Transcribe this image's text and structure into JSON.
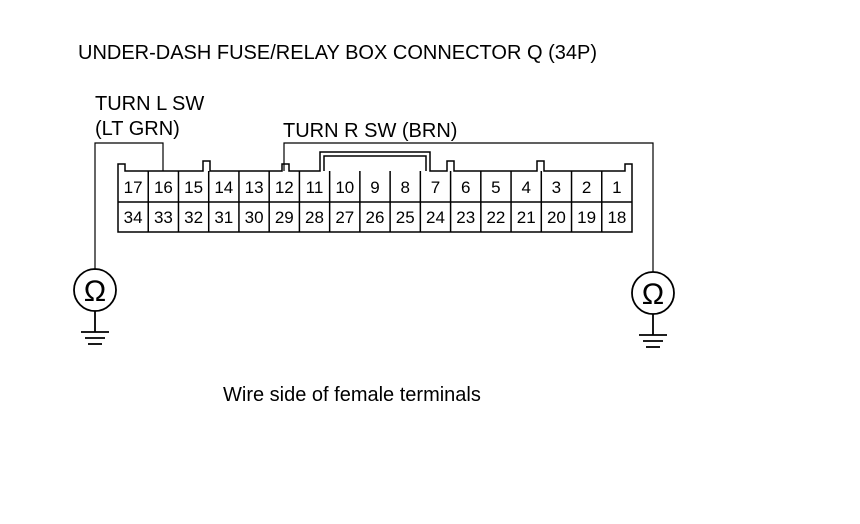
{
  "diagram": {
    "title": "UNDER-DASH FUSE/RELAY BOX CONNECTOR Q (34P)",
    "left_probe_label": {
      "line1": "TURN L SW",
      "line2": "(LT GRN)"
    },
    "right_probe_label": "TURN R SW (BRN)",
    "caption": "Wire side of female terminals",
    "ohm_symbol": "Ω",
    "connector": {
      "top_row": [
        "17",
        "16",
        "15",
        "14",
        "13",
        "12",
        "11",
        "10",
        "9",
        "8",
        "7",
        "6",
        "5",
        "4",
        "3",
        "2",
        "1"
      ],
      "bottom_row": [
        "34",
        "33",
        "32",
        "31",
        "30",
        "29",
        "28",
        "27",
        "26",
        "25",
        "24",
        "23",
        "22",
        "21",
        "20",
        "19",
        "18"
      ]
    }
  }
}
